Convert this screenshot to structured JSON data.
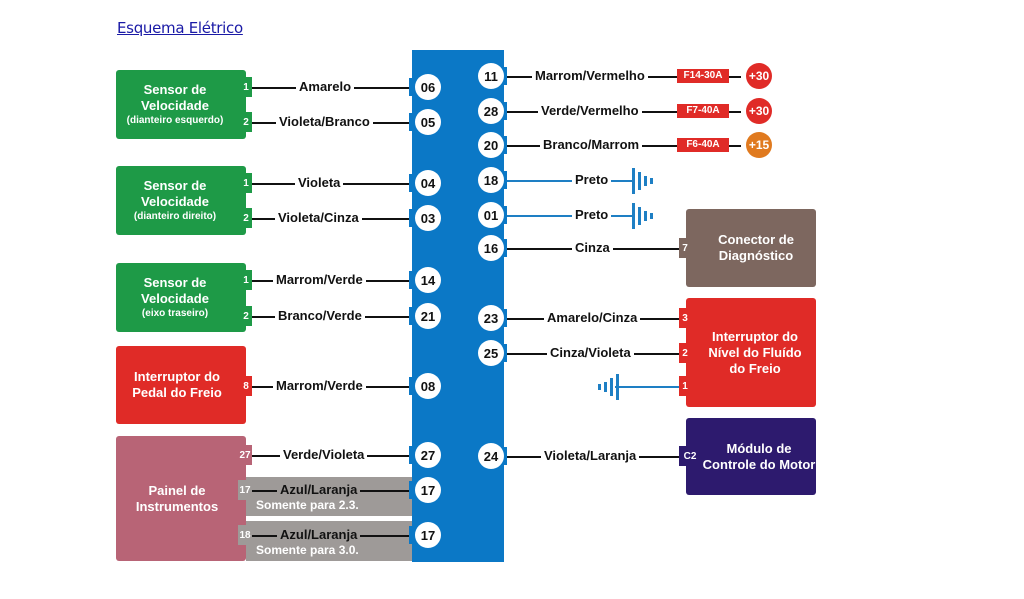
{
  "page": {
    "title_link": "Esquema Elétrico"
  },
  "colors": {
    "connector_blue": "#0b78c6",
    "sensor_green": "#1e9a47",
    "switch_red": "#e02b27",
    "diag_brown": "#7d675f",
    "module_purple": "#2d1a6e",
    "panel_pink": "#b86476",
    "note_gray": "#9e9a98",
    "volt_red": "#e02b27",
    "volt_orange": "#e07a1f"
  },
  "left_components": [
    {
      "name": "Sensor de Velocidade",
      "sub": "(dianteiro esquerdo)",
      "pins": [
        "1",
        "2"
      ]
    },
    {
      "name": "Sensor de Velocidade",
      "sub": "(dianteiro direito)",
      "pins": [
        "1",
        "2"
      ]
    },
    {
      "name": "Sensor de Velocidade",
      "sub": "(eixo traseiro)",
      "pins": [
        "1",
        "2"
      ]
    },
    {
      "name": "Interruptor do Pedal do Freio",
      "sub": "",
      "pins": [
        "8"
      ]
    },
    {
      "name": "Painel de Instrumentos",
      "sub": "",
      "pins": [
        "27",
        "17",
        "18"
      ]
    }
  ],
  "left_wires": [
    {
      "from_pin": "1",
      "label": "Amarelo",
      "connector_pin": "06"
    },
    {
      "from_pin": "2",
      "label": "Violeta/Branco",
      "connector_pin": "05"
    },
    {
      "from_pin": "1",
      "label": "Violeta",
      "connector_pin": "04"
    },
    {
      "from_pin": "2",
      "label": "Violeta/Cinza",
      "connector_pin": "03"
    },
    {
      "from_pin": "1",
      "label": "Marrom/Verde",
      "connector_pin": "14"
    },
    {
      "from_pin": "2",
      "label": "Branco/Verde",
      "connector_pin": "21"
    },
    {
      "from_pin": "8",
      "label": "Marrom/Verde",
      "connector_pin": "08"
    },
    {
      "from_pin": "27",
      "label": "Verde/Violeta",
      "connector_pin": "27"
    },
    {
      "from_pin": "17",
      "label": "Azul/Laranja",
      "note": "Somente para 2.3.",
      "connector_pin": "17"
    },
    {
      "from_pin": "18",
      "label": "Azul/Laranja",
      "note": "Somente para 3.0.",
      "connector_pin": "17"
    }
  ],
  "right_wires": [
    {
      "connector_pin": "11",
      "label": "Marrom/Vermelho",
      "fuse": "F14-30A",
      "supply": "+30"
    },
    {
      "connector_pin": "28",
      "label": "Verde/Vermelho",
      "fuse": "F7-40A",
      "supply": "+30"
    },
    {
      "connector_pin": "20",
      "label": "Branco/Marrom",
      "fuse": "F6-40A",
      "supply": "+15"
    },
    {
      "connector_pin": "18",
      "label": "Preto",
      "target": "ground"
    },
    {
      "connector_pin": "01",
      "label": "Preto",
      "target": "ground"
    },
    {
      "connector_pin": "16",
      "label": "Cinza",
      "target_pin": "7"
    },
    {
      "connector_pin": "23",
      "label": "Amarelo/Cinza",
      "target_pin": "3"
    },
    {
      "connector_pin": "25",
      "label": "Cinza/Violeta",
      "target_pin": "2"
    },
    {
      "connector_pin": "24",
      "label": "Violeta/Laranja",
      "target_pin": "C2"
    }
  ],
  "right_components": {
    "diag": {
      "name": "Conector de Diagnóstico",
      "pin": "7"
    },
    "fluid": {
      "name": "Interruptor do Nível do Fluído do Freio",
      "pins": [
        "3",
        "2",
        "1"
      ]
    },
    "ecm": {
      "name": "Módulo de Controle do Motor",
      "pin": "C2"
    }
  }
}
